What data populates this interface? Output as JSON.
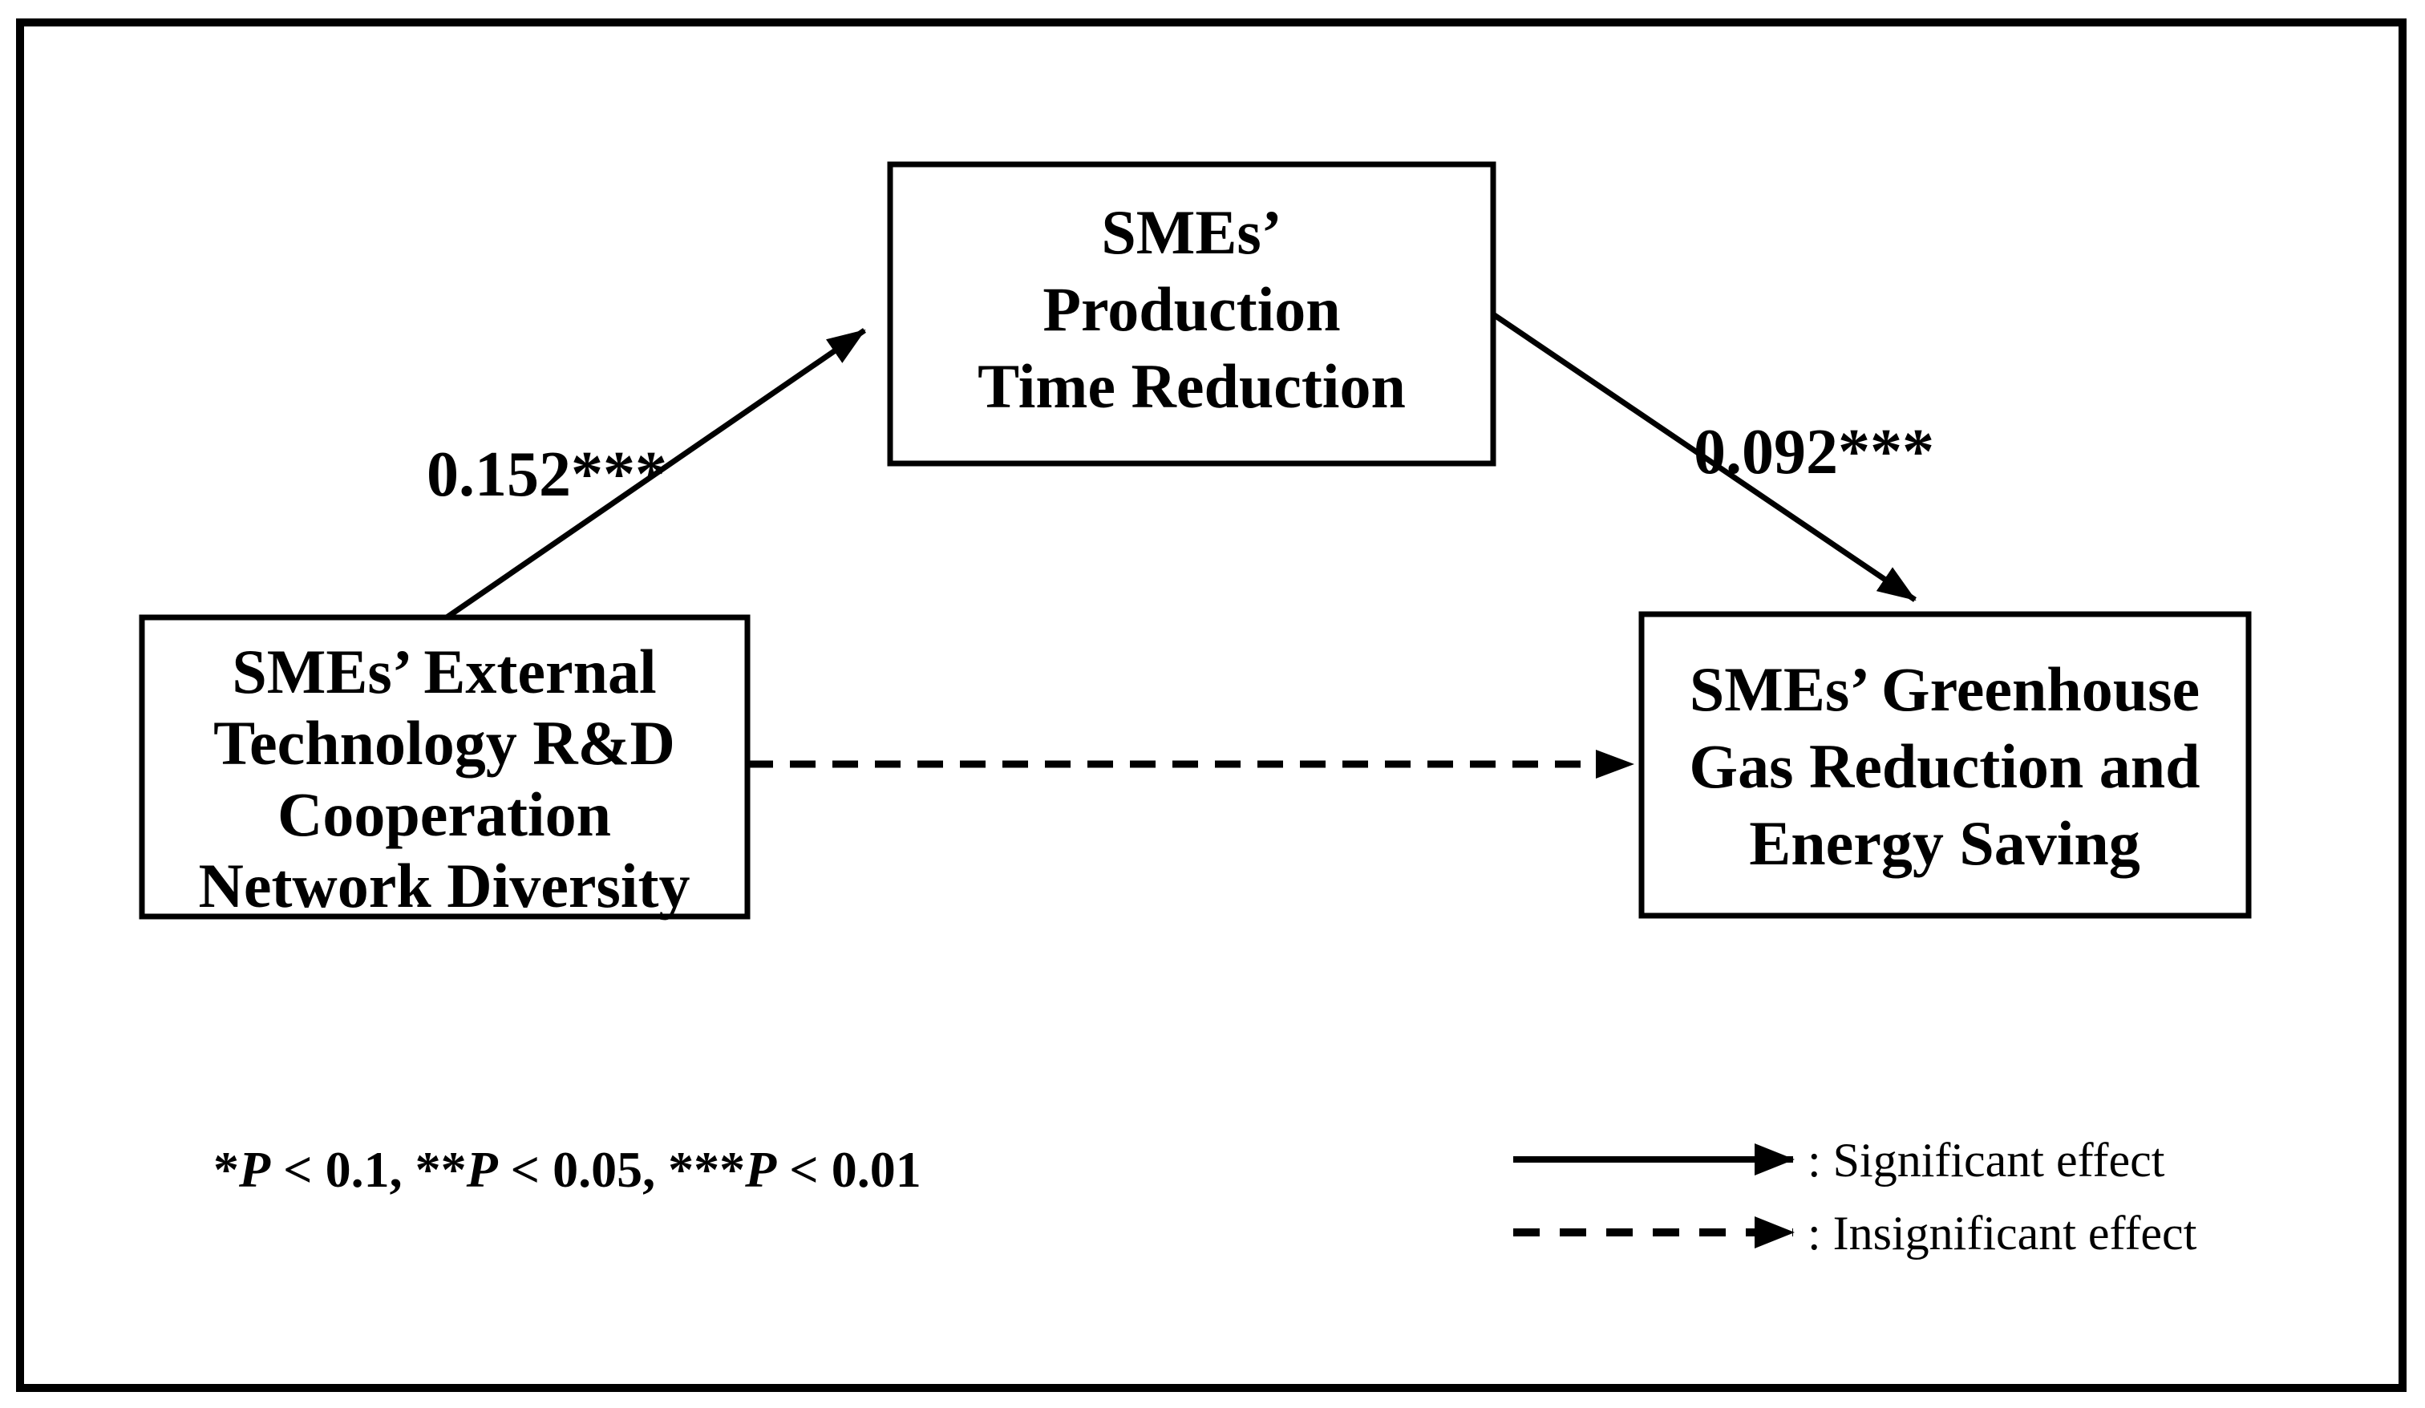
{
  "figure": {
    "background": "#ffffff",
    "ink": "#000000",
    "type": "mediation-path-diagram"
  },
  "boxes": {
    "predictor": {
      "lines": [
        "SMEs’ External",
        "Technology R&D",
        "Cooperation",
        "Network Diversity"
      ]
    },
    "mediator": {
      "lines": [
        "SMEs’",
        "Production",
        "Time Reduction"
      ]
    },
    "outcome": {
      "lines": [
        "SMEs’ Greenhouse",
        "Gas Reduction and",
        "Energy Saving"
      ]
    }
  },
  "paths": {
    "predictor_to_mediator": {
      "coefficient": "0.152***",
      "style": "solid",
      "significance": "significant"
    },
    "mediator_to_outcome": {
      "coefficient": "0.092***",
      "style": "solid",
      "significance": "significant"
    },
    "predictor_to_outcome": {
      "style": "dashed",
      "significance": "insignificant"
    }
  },
  "note": {
    "segments": [
      "*",
      "P",
      " < 0.1, **",
      "P",
      " < 0.05, ***",
      "P",
      " < 0.01"
    ]
  },
  "legend": {
    "significant_label": ": Significant effect",
    "insignificant_label": ": Insignificant effect"
  }
}
